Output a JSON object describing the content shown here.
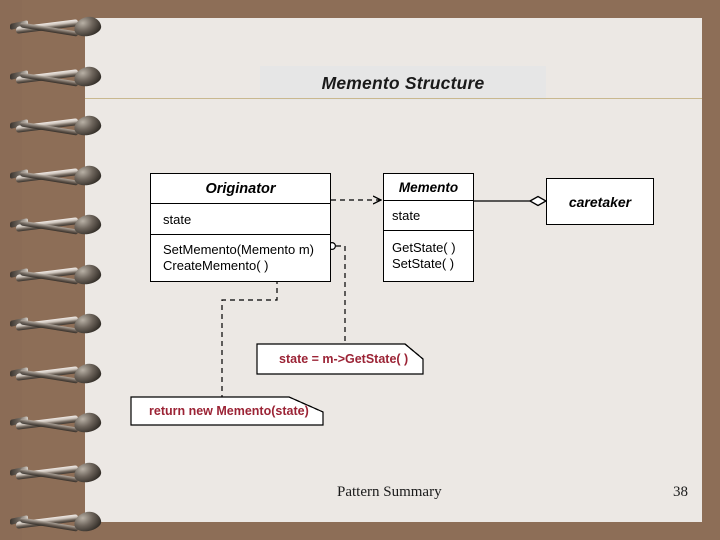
{
  "slide": {
    "title": "Memento Structure",
    "footer_title": "Pattern Summary",
    "page_number": "38"
  },
  "colors": {
    "frame": "#8d6e57",
    "page": "#ece8e4",
    "title_band": "#e6e6e6",
    "rule": "#c9b88f",
    "note_text": "#9b2335",
    "line": "#000000"
  },
  "diagram": {
    "type": "uml-class-diagram",
    "classes": [
      {
        "name": "Originator",
        "attributes": [
          "state"
        ],
        "operations": [
          "SetMemento(Memento m)",
          "CreateMemento( )"
        ]
      },
      {
        "name": "Memento",
        "attributes": [
          "state"
        ],
        "operations": [
          "GetState( )",
          "SetState( )"
        ]
      },
      {
        "name": "caretaker",
        "attributes": [],
        "operations": []
      }
    ],
    "notes": [
      {
        "text": "state = m->GetState( )"
      },
      {
        "text": "return new Memento(state)"
      }
    ],
    "relations": [
      {
        "from": "Originator",
        "to": "Memento",
        "style": "dashed",
        "arrow": "open"
      },
      {
        "from": "Memento",
        "to": "caretaker",
        "style": "solid",
        "arrow": "aggregation-diamond"
      },
      {
        "from": "Originator.SetMemento(Memento m)",
        "to": "note:state = m->GetState( )",
        "style": "dashed-leader"
      },
      {
        "from": "Originator.CreateMemento( )",
        "to": "note:return new Memento(state)",
        "style": "dashed-leader"
      }
    ]
  }
}
